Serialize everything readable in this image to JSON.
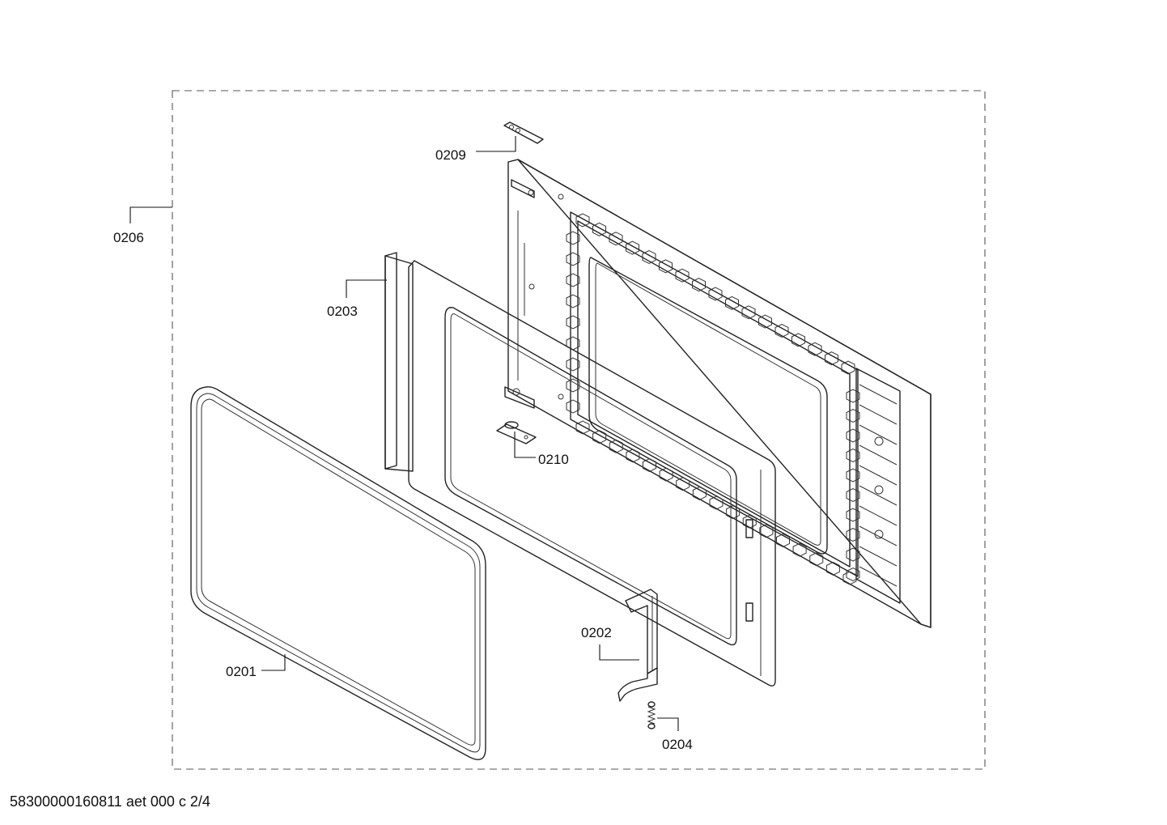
{
  "parts": [
    {
      "id": "0209",
      "label": "0209"
    },
    {
      "id": "0206",
      "label": "0206"
    },
    {
      "id": "0203",
      "label": "0203"
    },
    {
      "id": "0210",
      "label": "0210"
    },
    {
      "id": "0202",
      "label": "0202"
    },
    {
      "id": "0201",
      "label": "0201"
    },
    {
      "id": "0204",
      "label": "0204"
    }
  ],
  "footer": "58300000160811 aet 000 c 2/4",
  "colors": {
    "line": "#222222",
    "background": "#ffffff"
  }
}
